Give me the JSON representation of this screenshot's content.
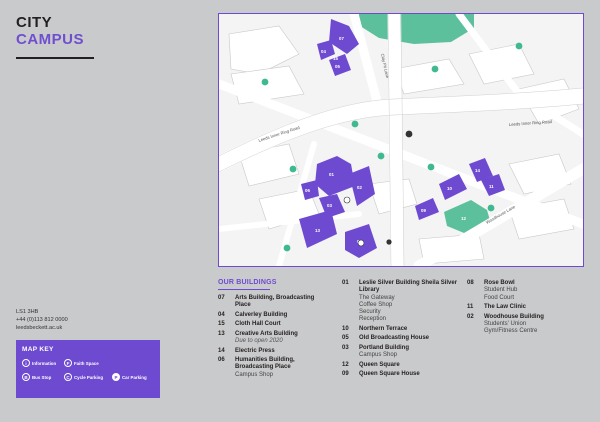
{
  "header": {
    "title_line1": "CITY",
    "title_line2": "CAMPUS"
  },
  "address": {
    "postcode": "LS1 3HB",
    "phone": "+44 (0)113 812 0000",
    "website": "leedsbeckett.ac.uk"
  },
  "map_key": {
    "title": "MAP KEY",
    "items": [
      {
        "glyph": "i",
        "label": "Information",
        "icon": "information-icon"
      },
      {
        "glyph": "F",
        "label": "Faith Space",
        "icon": "faith-space-icon"
      },
      {
        "glyph": "B",
        "label": "Bus Stop",
        "icon": "bus-stop-icon"
      },
      {
        "glyph": "C",
        "label": "Cycle Parking",
        "icon": "cycle-parking-icon"
      },
      {
        "glyph": "P",
        "label": "Car Parking",
        "icon": "car-parking-icon"
      }
    ]
  },
  "map": {
    "road_labels": [
      "Leeds Inner Ring Road",
      "Leeds Inner Ring Road",
      "Clay Pit Lane",
      "Woodhouse Lane"
    ],
    "building_labels": [
      "07",
      "04",
      "15",
      "05",
      "01",
      "02",
      "06",
      "03",
      "13",
      "08",
      "14",
      "11",
      "10",
      "09",
      "12"
    ],
    "colors": {
      "building": "#6e4ad1",
      "green_space": "#5cc09d",
      "road": "#ffffff",
      "tree": "#3fb98f",
      "background": "#f4f4f4"
    }
  },
  "buildings_heading": "OUR BUILDINGS",
  "buildings": {
    "col1": [
      {
        "num": "07",
        "name": "Arts Building, Broadcasting Place",
        "sub": []
      },
      {
        "num": "04",
        "name": "Calverley Building",
        "sub": []
      },
      {
        "num": "15",
        "name": "Cloth Hall Court",
        "sub": []
      },
      {
        "num": "13",
        "name": "Creative Arts Building",
        "note": "Due to open 2020",
        "sub": []
      },
      {
        "num": "14",
        "name": "Electric Press",
        "sub": []
      },
      {
        "num": "06",
        "name": "Humanities Building, Broadcasting Place",
        "sub": [
          "Campus Shop"
        ]
      }
    ],
    "col2": [
      {
        "num": "01",
        "name": "Leslie Silver Building Sheila Silver Library",
        "sub": [
          "The Gateway",
          "Coffee Shop",
          "Security",
          "Reception"
        ]
      },
      {
        "num": "10",
        "name": "Northern Terrace",
        "sub": []
      },
      {
        "num": "05",
        "name": "Old Broadcasting House",
        "sub": []
      },
      {
        "num": "03",
        "name": "Portland Building",
        "sub": [
          "Campus Shop"
        ]
      },
      {
        "num": "12",
        "name": "Queen Square",
        "sub": []
      },
      {
        "num": "09",
        "name": "Queen Square House",
        "sub": []
      }
    ],
    "col3": [
      {
        "num": "08",
        "name": "Rose Bowl",
        "sub": [
          "Student Hub",
          "Food Court"
        ]
      },
      {
        "num": "11",
        "name": "The Law Clinic",
        "sub": []
      },
      {
        "num": "02",
        "name": "Woodhouse Building",
        "sub": [
          "Students' Union",
          "Gym/Fitness Centre"
        ]
      }
    ]
  }
}
